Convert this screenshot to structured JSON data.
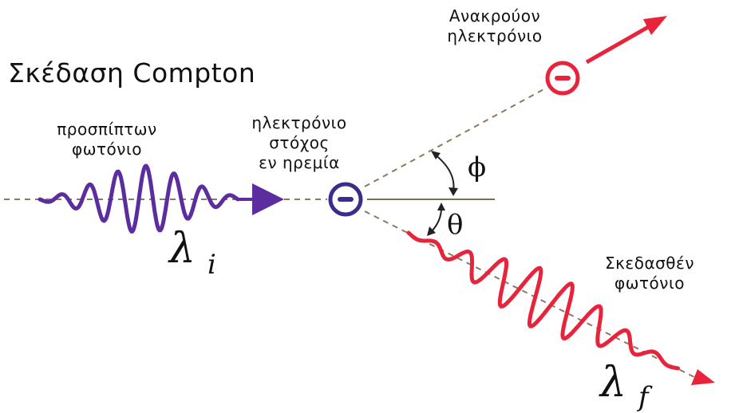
{
  "title": "Σκέδαση Compton",
  "incident_photon": {
    "line1": "προσπίπτων",
    "line2": "φωτόνιο",
    "wavelength_symbol": "λ",
    "wavelength_subscript": "i"
  },
  "target_electron": {
    "line1": "ηλεκτρόνιο",
    "line2": "στόχος",
    "line3": "εν ηρεμία"
  },
  "recoil_electron": {
    "line1": "Ανακρούον",
    "line2": "ηλεκτρόνιο"
  },
  "scattered_photon": {
    "line1": "Σκεδασθέν",
    "line2": "φωτόνιο",
    "wavelength_symbol": "λ",
    "wavelength_subscript": "f"
  },
  "angles": {
    "electron": "ϕ",
    "photon": "θ"
  },
  "colors": {
    "incident_wave": "#5b2d9e",
    "scattered_wave": "#e8243c",
    "recoil_arrow": "#e8243c",
    "target_electron": "#3b2d8c",
    "recoil_electron": "#e8243c",
    "dashed_line": "#8a7a60"
  }
}
